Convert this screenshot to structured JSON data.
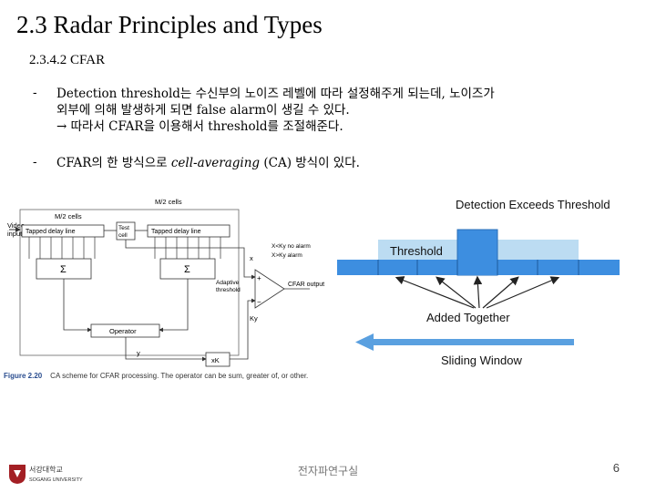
{
  "slide": {
    "title": "2.3 Radar Principles and Types",
    "subtitle": "2.3.4.2 CFAR",
    "bullets": [
      {
        "dash": "-",
        "lines": [
          "Detection threshold는 수신부의 노이즈 레벨에 따라 설정해주게 되는데, 노이즈가",
          "외부에 의해 발생하게 되면 false alarm이 생길 수 있다.",
          "→ 따라서 CFAR을 이용해서 threshold를 조절해준다."
        ]
      },
      {
        "dash": "-",
        "prefix": "CFAR의 한 방식으로 ",
        "italic": "cell-averaging",
        "suffix": " (CA) 방식이 있다."
      }
    ],
    "footer_lab": "전자파연구실",
    "page_number": "6"
  },
  "figure_left": {
    "video_input": [
      "Video",
      "input"
    ],
    "m2_left": "M/2 cells",
    "m2_right": "M/2 cells",
    "test_cell": [
      "Test",
      "cell"
    ],
    "tapped_left": "Tapped delay line",
    "tapped_right": "Tapped delay line",
    "sum_left": "Σ",
    "sum_right": "Σ",
    "operator": "Operator",
    "y_label": "y",
    "xk_label": "xK",
    "x_label": "x",
    "ky_label": "Ky",
    "no_alarm": "X<Ky no alarm",
    "alarm": "X>Ky alarm",
    "adaptive": [
      "Adaptive",
      "threshold"
    ],
    "cfar_output": "CFAR output",
    "plus": "+",
    "minus": "−",
    "caption_num": "Figure 2.20",
    "caption_text": "CA scheme for CFAR processing. The operator can be sum, greater of, or other."
  },
  "figure_right": {
    "detection_exceeds": "Detection Exceeds Threshold",
    "threshold": "Threshold",
    "added_together": "Added Together",
    "sliding_window": "Sliding Window"
  },
  "logo": {
    "korean": "서강대학교",
    "english": "SOGANG UNIVERSITY"
  },
  "colors": {
    "bar_blue": "#3d8ee0",
    "threshold_fill": "#bcdcf2",
    "arrow_blue": "#5aa0e0",
    "logo_red": "#a31f24",
    "caption_blue": "#2a4d8f"
  }
}
